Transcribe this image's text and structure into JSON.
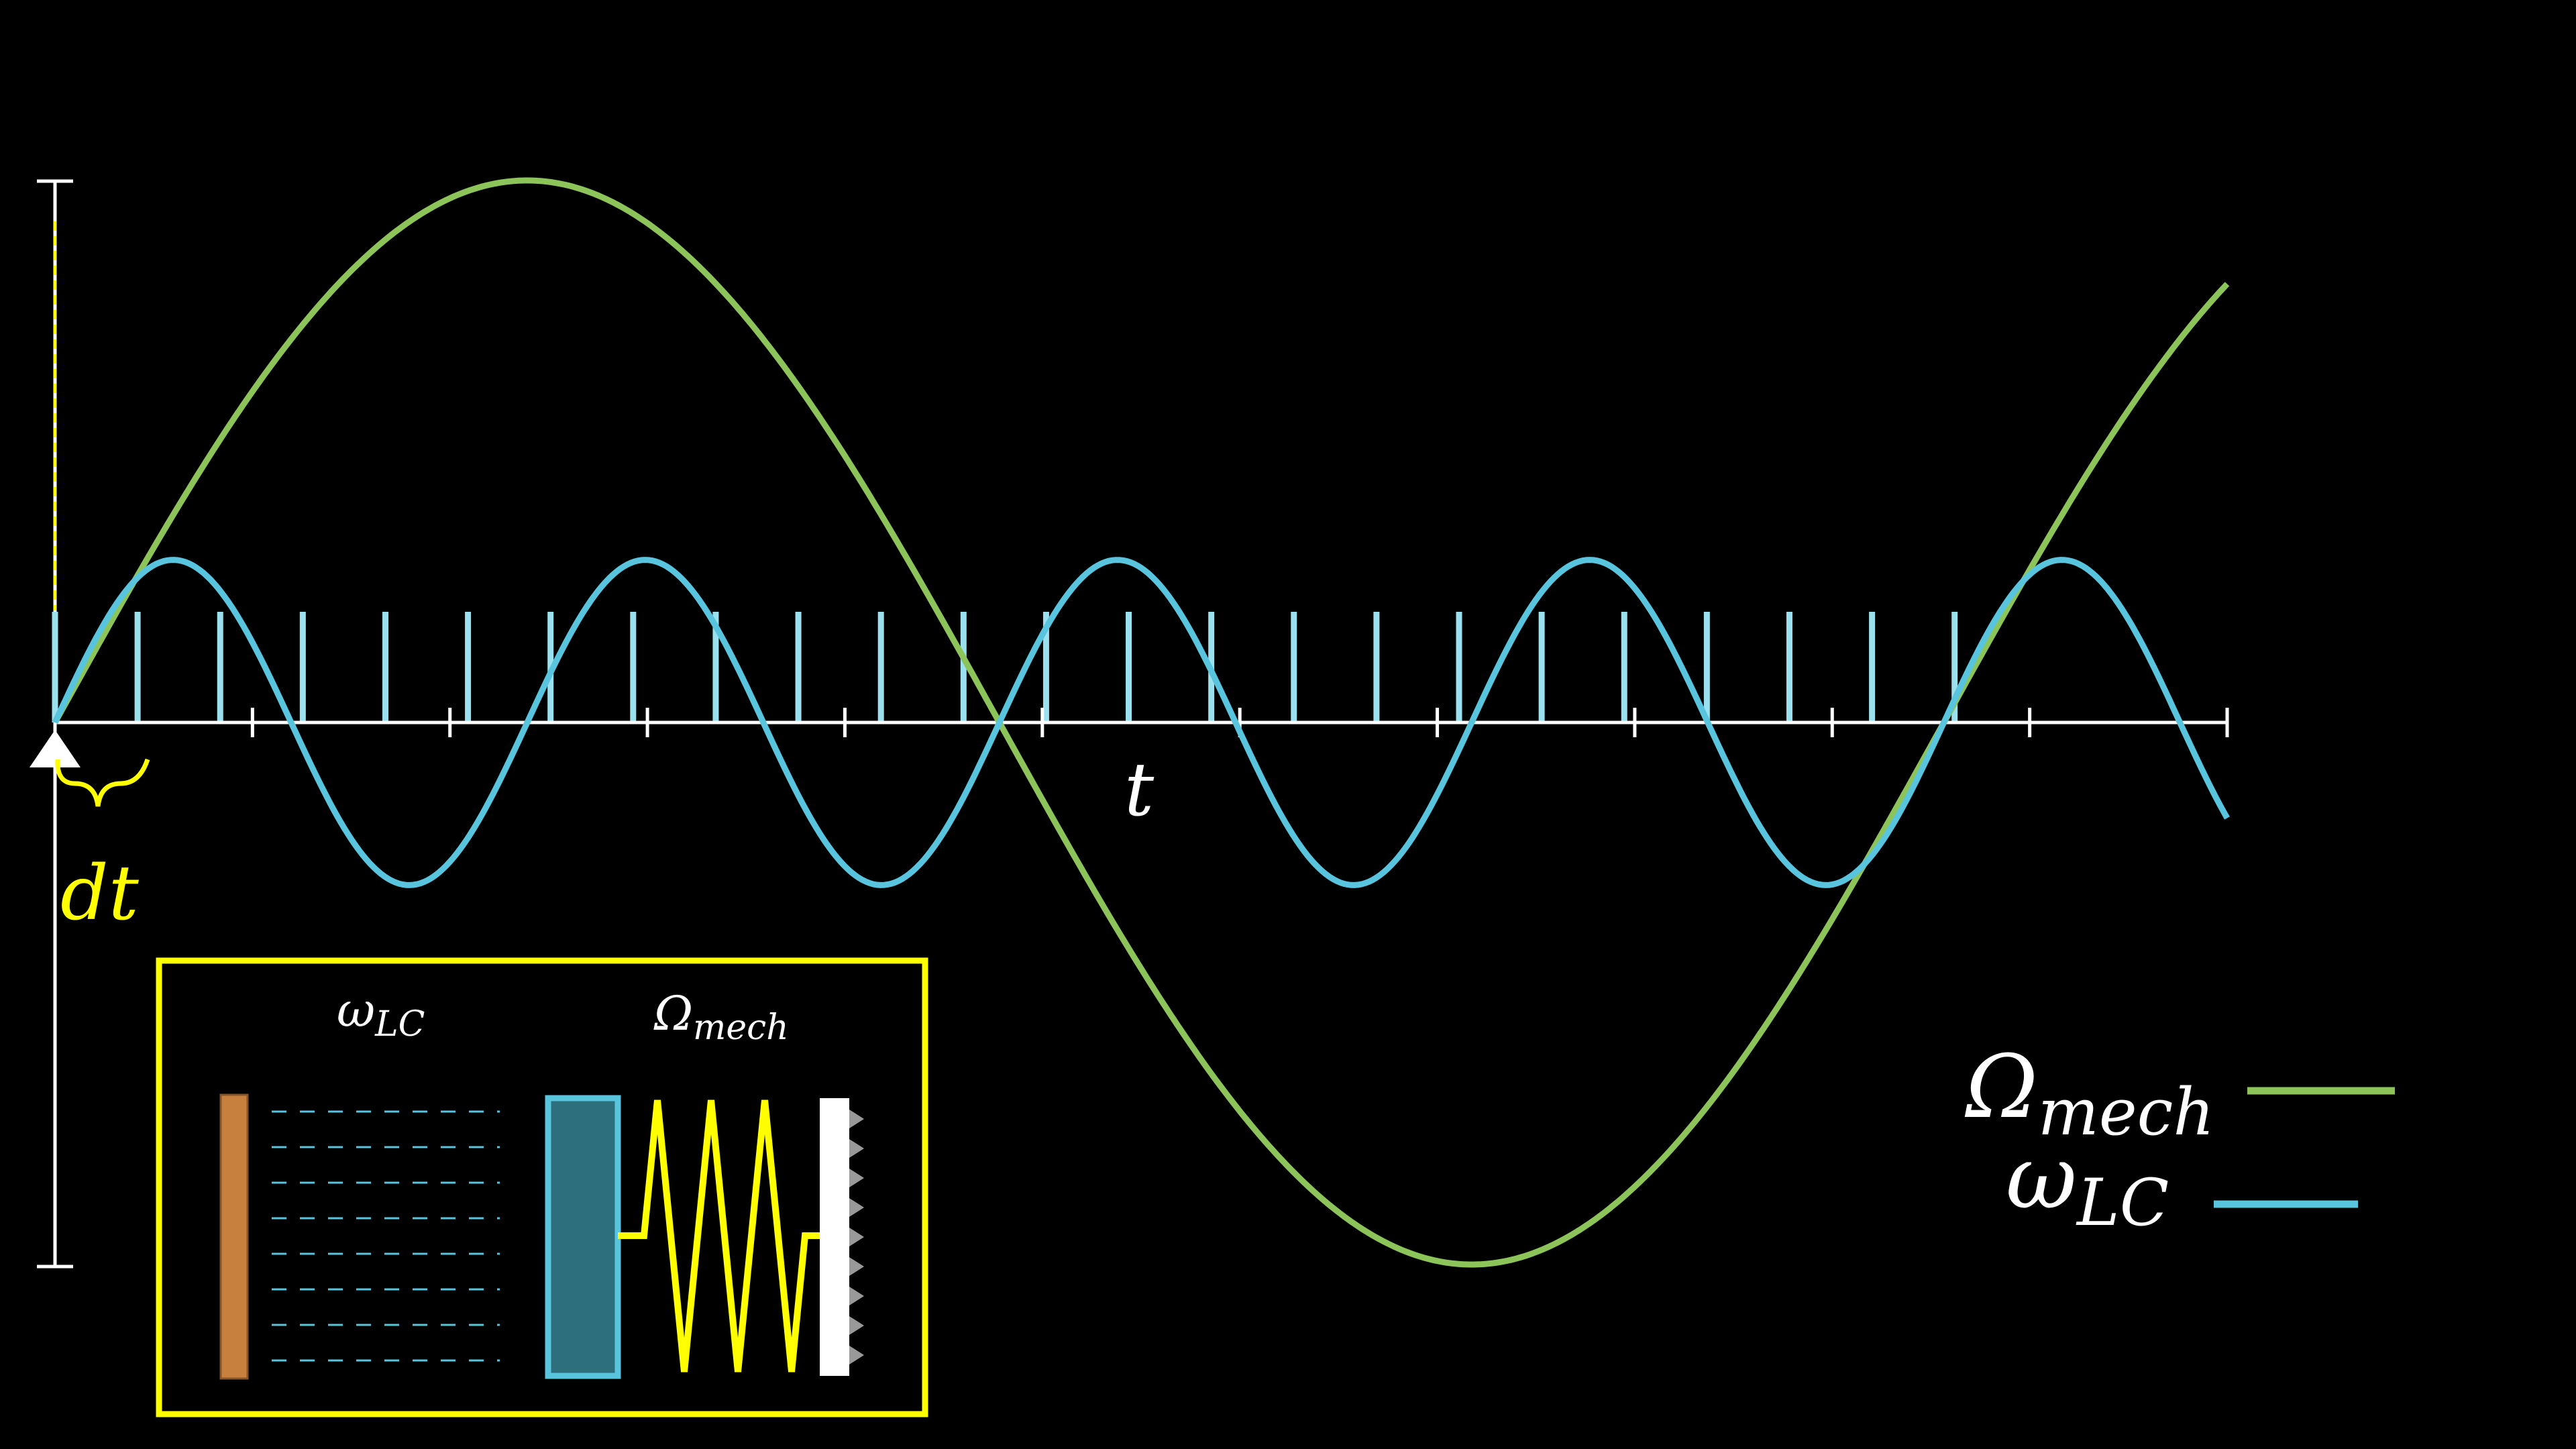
{
  "labels": {
    "t_axis": "t",
    "dt": "dt",
    "legend_mech_symbol": "Ω",
    "legend_mech_sub": "mech",
    "legend_lc_symbol": "ω",
    "legend_lc_sub": "LC",
    "inset_lc_symbol": "ω",
    "inset_lc_sub": "LC",
    "inset_mech_symbol": "Ω",
    "inset_mech_sub": "mech"
  },
  "colors": {
    "background": "#000000",
    "axis": "#ffffff",
    "omega_mech": "#8cc45a",
    "omega_lc": "#58c4dd",
    "samples": "#9be0ee",
    "dt_highlight": "#ffff00",
    "inset_border": "#ffff00",
    "capacitor_plate": "#c8803e",
    "mass_fill": "#2e6f7e",
    "mass_stroke": "#58c4dd",
    "spring": "#ffff00",
    "wall": "#ffffff",
    "wall_hatch": "#999999"
  },
  "chart_data": {
    "type": "line",
    "x_ticks": 11,
    "series": [
      {
        "name": "Ω_mech",
        "cycles": 1.15,
        "amplitude": 1.0,
        "color_key": "omega_mech"
      },
      {
        "name": "ω_LC",
        "cycles": 4.6,
        "amplitude": 0.3,
        "color_key": "omega_lc"
      }
    ],
    "samples": {
      "count": 24
    },
    "grid": false,
    "legend_position": "right"
  },
  "icons": {
    "play_marker": "triangle-up-icon",
    "dt_brace": "curly-brace-icon"
  }
}
